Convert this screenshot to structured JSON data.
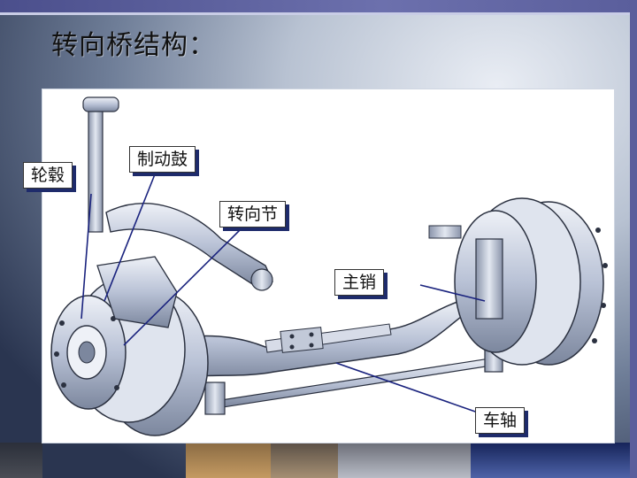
{
  "slide": {
    "title": "转向桥结构：",
    "colors": {
      "band": "#5a5e9c",
      "label_shadow": "#1e2b6b",
      "panel": "#ffffff",
      "metal": "#b9c2d6"
    }
  },
  "diagram": {
    "labels": {
      "hub": "轮毂",
      "brake_drum": "制动鼓",
      "knuckle": "转向节",
      "kingpin": "主销",
      "axle": "车轴"
    }
  }
}
